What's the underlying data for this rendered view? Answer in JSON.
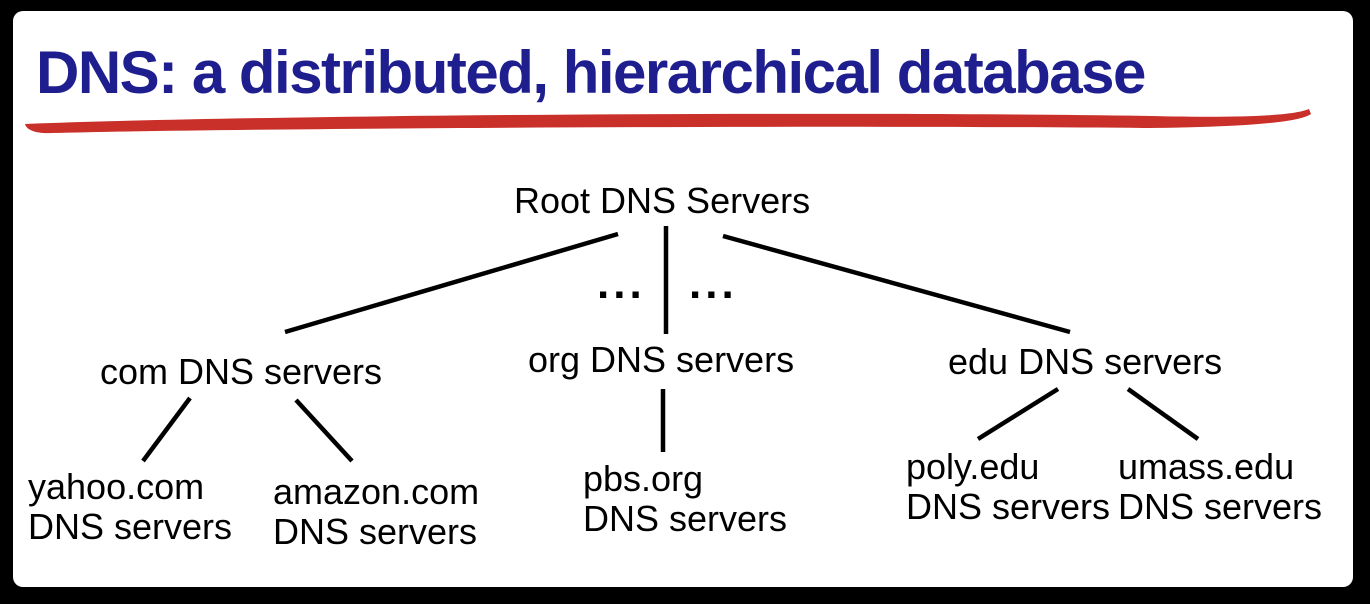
{
  "title": {
    "text": "DNS: a distributed, hierarchical database"
  },
  "colors": {
    "title_blue": "#1e1e8f",
    "underline_red": "#c9302a",
    "diagram_black": "#000000",
    "panel_white": "#ffffff",
    "frame_black": "#000000"
  },
  "tree": {
    "root_label": "Root DNS Servers",
    "ellipsis_left": "...",
    "ellipsis_right": "...",
    "level2": [
      {
        "id": "com",
        "label": "com DNS servers"
      },
      {
        "id": "org",
        "label": "org DNS servers"
      },
      {
        "id": "edu",
        "label": "edu DNS servers"
      }
    ],
    "leaves": [
      {
        "id": "yahoo",
        "line1": "yahoo.com",
        "line2": "DNS servers"
      },
      {
        "id": "amazon",
        "line1": "amazon.com",
        "line2": "DNS servers"
      },
      {
        "id": "pbs",
        "line1": "pbs.org",
        "line2": "DNS servers"
      },
      {
        "id": "poly",
        "line1": "poly.edu",
        "line2": "DNS servers"
      },
      {
        "id": "umass",
        "line1": "umass.edu",
        "line2": "DNS servers"
      }
    ]
  }
}
